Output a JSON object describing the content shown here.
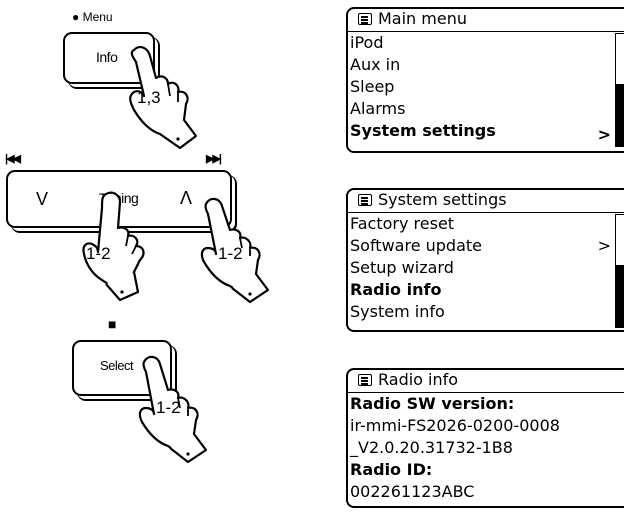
{
  "controls": {
    "menu_label": "● Menu",
    "info_label": "Info",
    "info_step": "1,3",
    "tuning_label": "Tuning",
    "tuning_down": "V",
    "tuning_up": "Λ",
    "prev_glyph": "|◀◀",
    "next_glyph": "▶▶|",
    "left_step": "1-2",
    "right_step": "1-2",
    "stop_glyph": "■",
    "select_label": "Select",
    "select_step": "1-2"
  },
  "screens": {
    "main_menu": {
      "title": "Main menu",
      "items": [
        "iPod",
        "Aux in",
        "Sleep",
        "Alarms",
        "System settings"
      ],
      "selected_item": "System settings",
      "selected_indicator": ">",
      "scroll_fraction": 0.55
    },
    "system_settings": {
      "title": "System settings",
      "items": [
        "Factory reset",
        "Software update",
        "Setup wizard",
        "Radio info",
        "System info"
      ],
      "selected_item": "Radio info",
      "indicator_item": "Software update",
      "indicator": ">",
      "scroll_fraction": 0.55
    },
    "radio_info": {
      "title": "Radio info",
      "lines": [
        {
          "text": "Radio SW version:",
          "bold": true
        },
        {
          "text": "ir-mmi-FS2026-0200-0008",
          "bold": false
        },
        {
          "text": "_V2.0.20.31732-1B8",
          "bold": false
        },
        {
          "text": "Radio ID:",
          "bold": true
        },
        {
          "text": "002261123ABC",
          "bold": false
        }
      ]
    }
  }
}
